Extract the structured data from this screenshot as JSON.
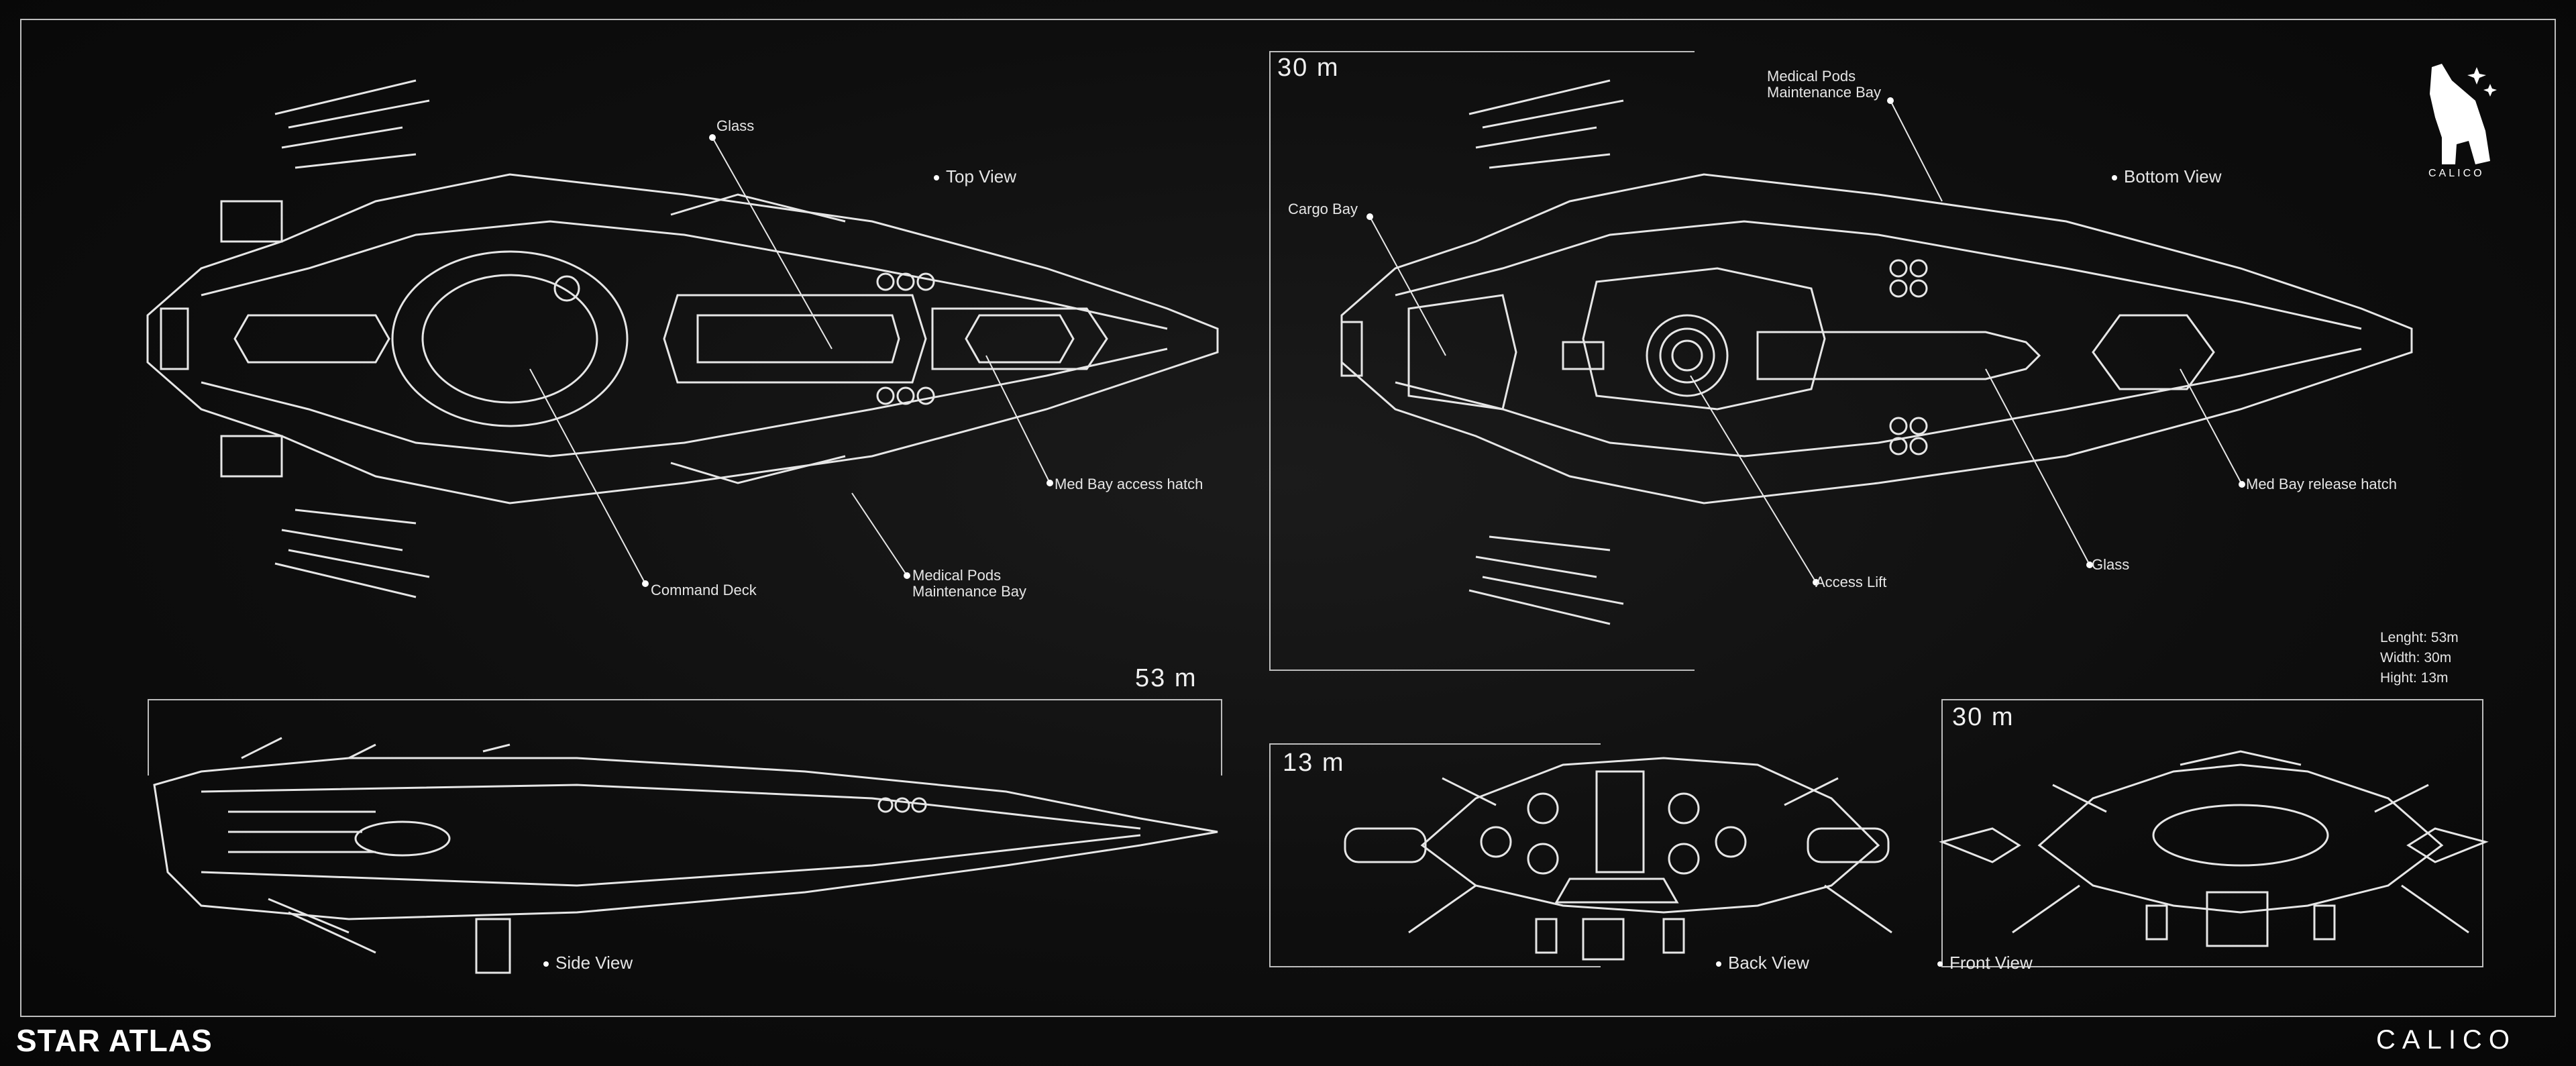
{
  "views": {
    "top": "Top View",
    "bottom": "Bottom View",
    "side": "Side View",
    "back": "Back View",
    "front": "Front View"
  },
  "labels": {
    "glass_top": "Glass",
    "command_deck": "Command Deck",
    "med_bay_access": "Med Bay access hatch",
    "medical_pods_top_1": "Medical Pods",
    "medical_pods_top_2": "Maintenance Bay",
    "medical_pods_bottom_1": "Medical Pods",
    "medical_pods_bottom_2": "Maintenance Bay",
    "cargo_bay": "Cargo Bay",
    "access_lift": "Access Lift",
    "glass_bottom": "Glass",
    "med_bay_release": "Med Bay release hatch"
  },
  "dimensions": {
    "bottom_width": "30 m",
    "side_length": "53 m",
    "back_height": "13 m",
    "front_width": "30 m"
  },
  "specs": {
    "length": "Lenght: 53m",
    "width": "Width: 30m",
    "height": "Hight: 13m"
  },
  "branding": {
    "game": "STAR ATLAS",
    "studio": "CALICO"
  },
  "colors": {
    "background": "#0e0e0e",
    "line": "#e6e6e6",
    "frame": "#bdbdbd"
  },
  "icons": [
    "calico-bear-logo-icon"
  ]
}
